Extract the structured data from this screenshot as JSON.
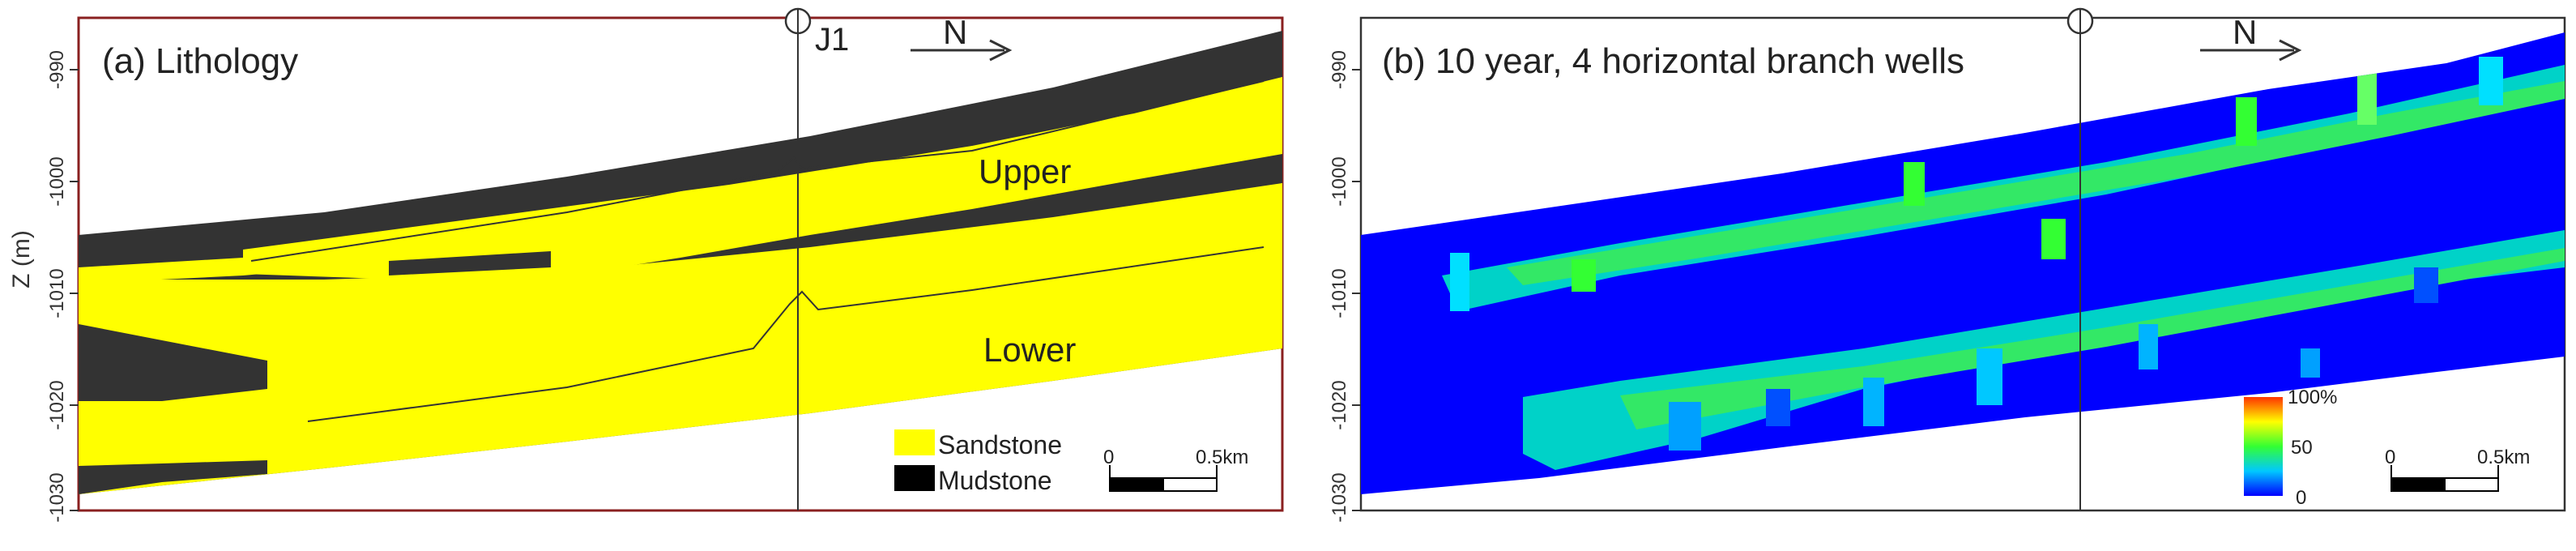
{
  "figure": {
    "y_axis_label": "Z (m)",
    "y_ticks": [
      "-990",
      "-1000",
      "-1010",
      "-1020",
      "-1030"
    ],
    "north_label": "N",
    "scale_bar": {
      "start": "0",
      "end": "0.5km"
    }
  },
  "panel_a": {
    "title": "(a) Lithology",
    "well_label": "J1",
    "zone_upper": "Upper",
    "zone_lower": "Lower",
    "legend": [
      {
        "label": "Sandstone",
        "color": "#ffff00"
      },
      {
        "label": "Mudstone",
        "color": "#000000"
      }
    ],
    "colors": {
      "sandstone": "#ffff00",
      "mudstone": "#333333"
    }
  },
  "panel_b": {
    "title": "(b) 10 year, 4 horizontal branch wells",
    "colorbar": {
      "max": "100%",
      "mid": "50",
      "min": "0"
    },
    "colors": {
      "background": "#0000ff",
      "low": "#00c8ff",
      "mid": "#33ff66",
      "high": "#ffff00"
    }
  }
}
